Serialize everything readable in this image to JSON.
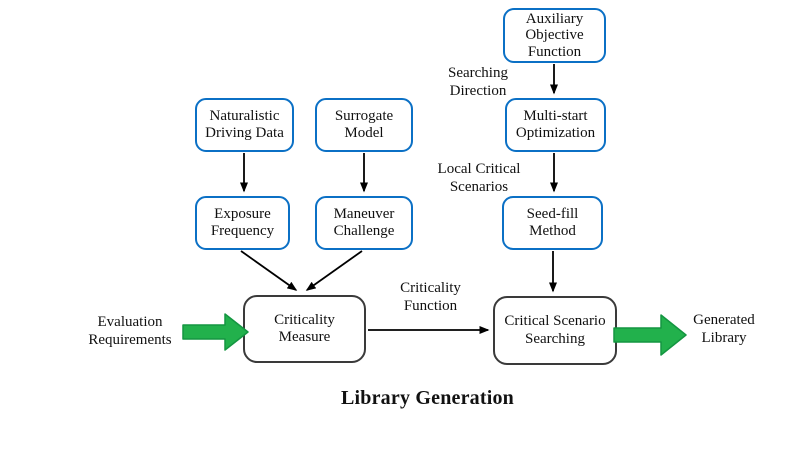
{
  "title": "Library Generation",
  "colors": {
    "blue_box_border": "#0b70c5",
    "dark_box_border": "#3a3a3a",
    "green_arrow_fill": "#22b14c",
    "green_arrow_edge": "#149641",
    "black_arrow": "#000000",
    "background": "#ffffff",
    "text": "#111111"
  },
  "boxes": {
    "aux_objective": {
      "lines": [
        "Auxiliary",
        "Objective",
        "Function"
      ]
    },
    "naturalistic": {
      "lines": [
        "Naturalistic",
        "Driving Data"
      ]
    },
    "surrogate": {
      "lines": [
        "Surrogate",
        "Model"
      ]
    },
    "multi_start": {
      "lines": [
        "Multi-start",
        "Optimization"
      ]
    },
    "exposure": {
      "lines": [
        "Exposure",
        "Frequency"
      ]
    },
    "maneuver": {
      "lines": [
        "Maneuver",
        "Challenge"
      ]
    },
    "seed_fill": {
      "lines": [
        "Seed-fill",
        "Method"
      ]
    },
    "criticality_measure": {
      "lines": [
        "Criticality",
        "Measure"
      ]
    },
    "critical_scenario": {
      "lines": [
        "Critical Scenario",
        "Searching"
      ]
    }
  },
  "labels": {
    "searching_direction": {
      "lines": [
        "Searching",
        "Direction"
      ]
    },
    "local_critical": {
      "lines": [
        "Local Critical",
        "Scenarios"
      ]
    },
    "criticality_function": {
      "lines": [
        "Criticality",
        "Function"
      ]
    },
    "evaluation_requirements": {
      "lines": [
        "Evaluation",
        "Requirements"
      ]
    },
    "generated_library": {
      "lines": [
        "Generated",
        "Library"
      ]
    }
  }
}
